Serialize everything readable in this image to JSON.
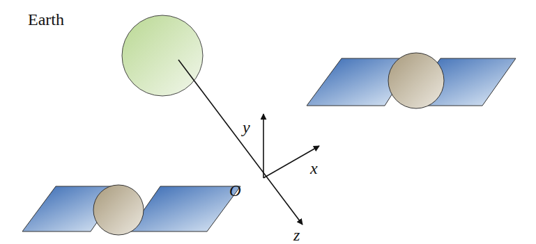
{
  "diagram": {
    "labels": [
      "Earth",
      "y",
      "x",
      "O",
      "z"
    ]
  }
}
